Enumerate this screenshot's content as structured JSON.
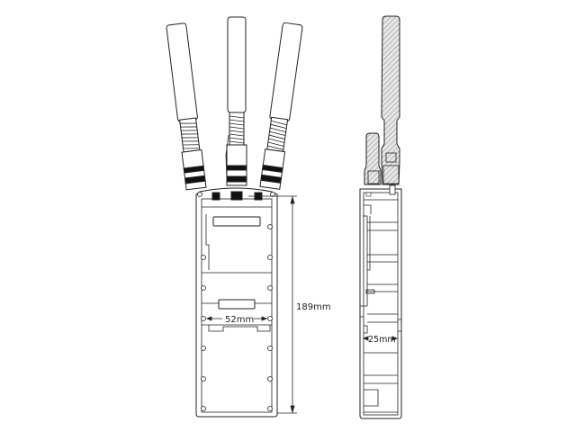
{
  "diagram": {
    "title": "Device dimensions drawing",
    "views": [
      {
        "name": "front-view",
        "antenna_count": 3
      },
      {
        "name": "side-section-view"
      }
    ],
    "dimensions": {
      "height": "189mm",
      "width": "52mm",
      "depth": "25mm"
    },
    "colors": {
      "line": "#222222",
      "band": "#111111",
      "hatch_fill": "#d8d8d8",
      "background": "#ffffff"
    }
  }
}
